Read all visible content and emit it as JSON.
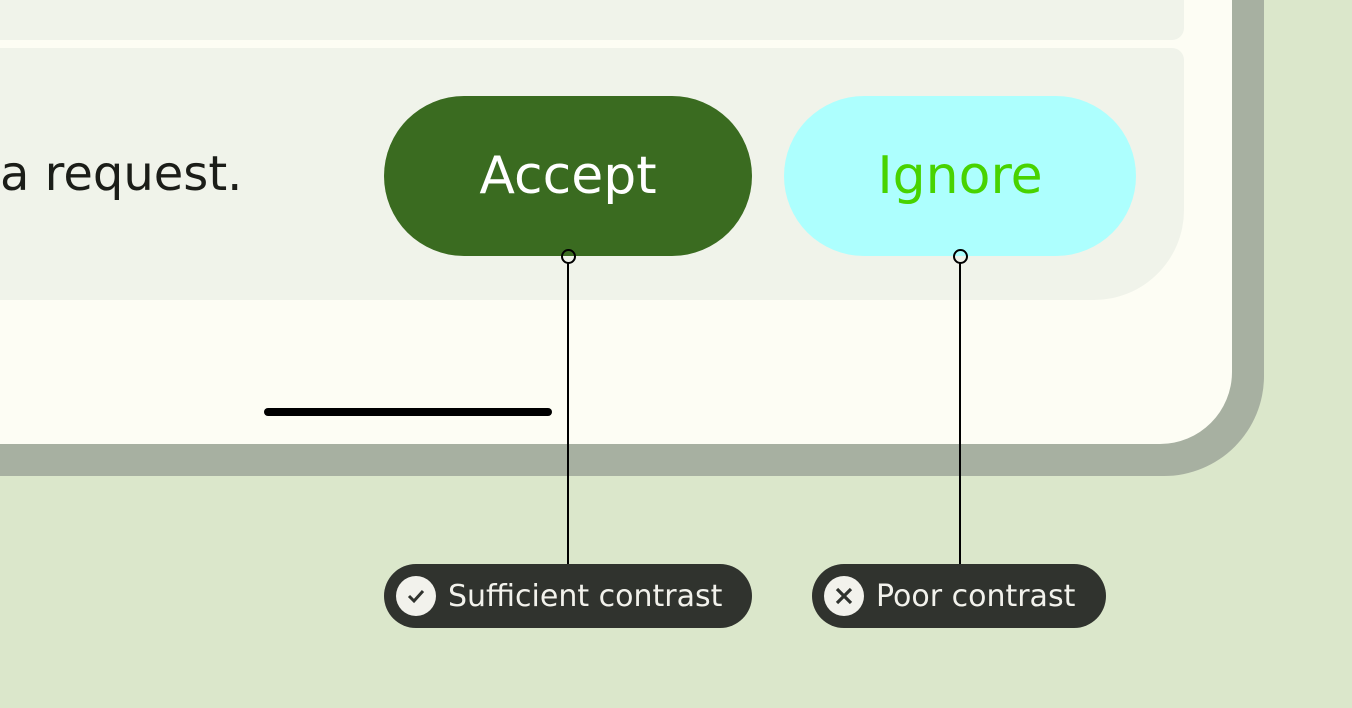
{
  "message": "a request.",
  "buttons": {
    "accept": "Accept",
    "ignore": "Ignore"
  },
  "annotations": {
    "good": {
      "label": "Sufficient contrast",
      "icon": "check-circle-icon"
    },
    "bad": {
      "label": "Poor contrast",
      "icon": "x-circle-icon"
    }
  },
  "colors": {
    "accent_bg": "#3a6b20",
    "ignore_bg": "#adfffe",
    "ignore_text": "#48d300",
    "background": "#dbe7cb"
  }
}
